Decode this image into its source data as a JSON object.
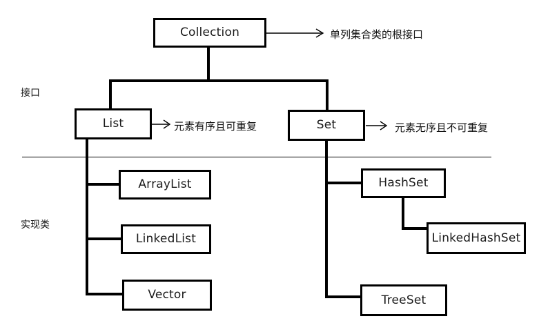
{
  "diagram": {
    "title_nodes": {
      "collection": "Collection",
      "list": "List",
      "set": "Set",
      "arraylist": "ArrayList",
      "linkedlist": "LinkedList",
      "vector": "Vector",
      "hashset": "HashSet",
      "linkedhashset": "LinkedHashSet",
      "treeset": "TreeSet"
    },
    "section_labels": {
      "interface": "接口",
      "implementation": "实现类"
    },
    "annotations": {
      "collection_note": "单列集合类的根接口",
      "list_note": "元素有序且可重复",
      "set_note": "元素无序且不可重复"
    },
    "colors": {
      "stroke": "#000000",
      "text": "#111111",
      "background": "#ffffff"
    }
  }
}
